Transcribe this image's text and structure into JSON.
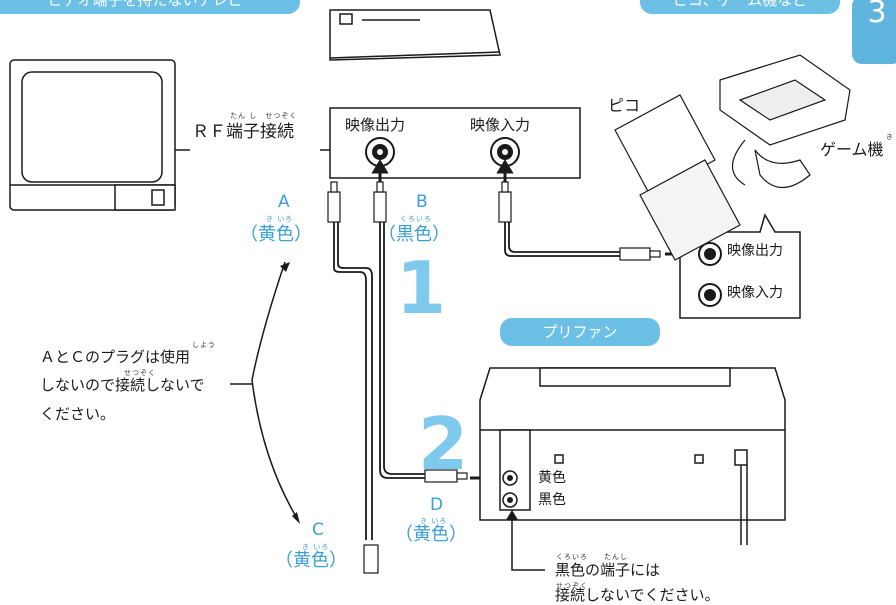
{
  "headers": {
    "left_banner": "ビデオ端子を持たないテレビ",
    "right_banner": "ピコ、ゲーム機など",
    "side_tab": "3",
    "prifan_banner": "プリファン"
  },
  "vcr": {
    "rf_label": "ＲＦ端子接続",
    "rf_ruby": "たん し　せつぞく",
    "out_label": "映像出力",
    "in_label": "映像入力"
  },
  "devices": {
    "pico_label": "ピコ",
    "game_label": "ゲーム機",
    "game_ruby": "き"
  },
  "device_jacks": {
    "out_label": "映像出力",
    "in_label": "映像入力"
  },
  "plugs": {
    "a_letter": "A",
    "a_color": "（黄色）",
    "a_ruby": "き いろ",
    "b_letter": "B",
    "b_color": "（黒色）",
    "b_ruby": "くろいろ",
    "c_letter": "C",
    "c_color": "（黄色）",
    "c_ruby": "き いろ",
    "d_letter": "D",
    "d_color": "（黄色）",
    "d_ruby": "き いろ"
  },
  "steps": {
    "one": "1",
    "two": "2"
  },
  "notes": {
    "ac_line1": "ＡとＣのプラグは使用",
    "ac_line2": "しないので接続しないで",
    "ac_line3": "ください。",
    "ac_ruby1": "しよう",
    "ac_ruby2": "せつぞく",
    "black_line1": "黒色の端子には",
    "black_line2": "接続しないでください。",
    "black_ruby1": "くろいろ　　たんし",
    "black_ruby2": "せつぞく"
  },
  "printer_jacks": {
    "yellow_label": "黄色",
    "black_label": "黒色"
  },
  "colors": {
    "accent": "#3a9fd4",
    "banner": "#6cc0e6",
    "step_number": "#7ec9ec",
    "line": "#1a1a1a"
  }
}
